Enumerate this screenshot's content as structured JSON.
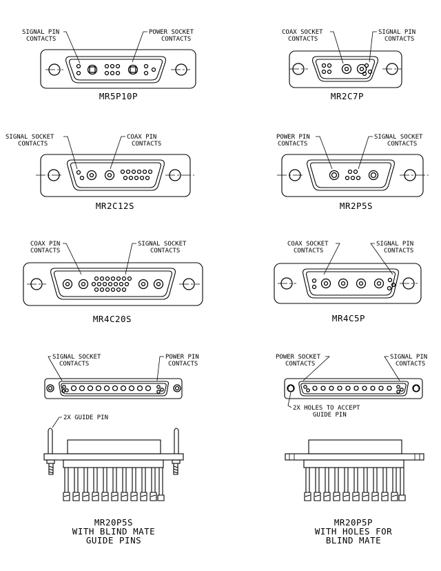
{
  "connectors": {
    "mr5p10p": {
      "name": "MR5P10P",
      "callout_left": [
        "SIGNAL PIN",
        "CONTACTS"
      ],
      "callout_right": [
        "POWER SOCKET",
        "CONTACTS"
      ]
    },
    "mr2c7p": {
      "name": "MR2C7P",
      "callout_left": [
        "COAX SOCKET",
        "CONTACTS"
      ],
      "callout_right": [
        "SIGNAL PIN",
        "CONTACTS"
      ]
    },
    "mr2c12s": {
      "name": "MR2C12S",
      "callout_left": [
        "SIGNAL SOCKET",
        "CONTACTS"
      ],
      "callout_right": [
        "COAX PIN",
        "CONTACTS"
      ]
    },
    "mr2p5s": {
      "name": "MR2P5S",
      "callout_left": [
        "POWER PIN",
        "CONTACTS"
      ],
      "callout_right": [
        "SIGNAL SOCKET",
        "CONTACTS"
      ]
    },
    "mr4c20s": {
      "name": "MR4C20S",
      "callout_left": [
        "COAX PIN",
        "CONTACTS"
      ],
      "callout_right": [
        "SIGNAL SOCKET",
        "CONTACTS"
      ]
    },
    "mr4c5p": {
      "name": "MR4C5P",
      "callout_left": [
        "COAX SOCKET",
        "CONTACTS"
      ],
      "callout_right": [
        "SIGNAL PIN",
        "CONTACTS"
      ]
    },
    "mr20p5s": {
      "callout_left": [
        "SIGNAL SOCKET",
        "CONTACTS"
      ],
      "callout_right": [
        "POWER PIN",
        "CONTACTS"
      ],
      "guide_callout": "2X GUIDE PIN",
      "caption": [
        "MR20P5S",
        "WITH BLIND MATE",
        "GUIDE PINS"
      ]
    },
    "mr20p5p": {
      "callout_left": [
        "POWER SOCKET",
        "CONTACTS"
      ],
      "callout_right": [
        "SIGNAL PIN",
        "CONTACTS"
      ],
      "holes_callout": [
        "2X HOLES TO ACCEPT",
        "GUIDE PIN"
      ],
      "caption": [
        "MR20P5P",
        "WITH HOLES FOR",
        "BLIND MATE"
      ]
    }
  }
}
